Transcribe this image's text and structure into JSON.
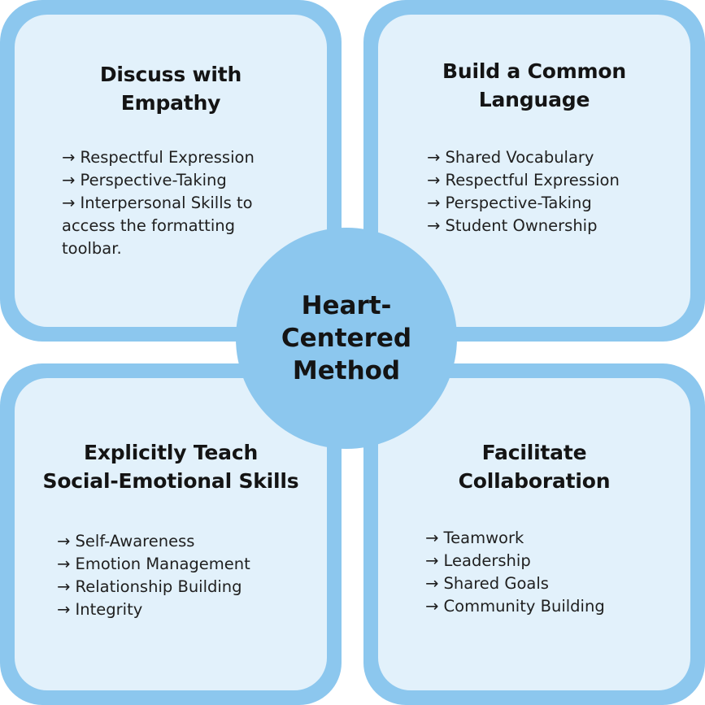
{
  "center": {
    "lines": [
      "Heart-",
      "Centered",
      "Method"
    ]
  },
  "quadrants": {
    "top_left": {
      "title": [
        "Discuss with",
        "Empathy"
      ],
      "items": [
        "→ Respectful Expression",
        "→ Perspective-Taking",
        "→ Interpersonal Skills to access the formatting toolbar."
      ]
    },
    "top_right": {
      "title": [
        "Build a Common",
        "Language"
      ],
      "items": [
        "→ Shared Vocabulary",
        "→ Respectful Expression",
        "→ Perspective-Taking",
        "→ Student Ownership"
      ]
    },
    "bottom_left": {
      "title": [
        "Explicitly Teach",
        "Social-Emotional Skills"
      ],
      "items": [
        "→ Self-Awareness",
        "→ Emotion Management",
        "→ Relationship Building",
        "→ Integrity"
      ]
    },
    "bottom_right": {
      "title": [
        "Facilitate",
        "Collaboration"
      ],
      "items": [
        "→ Teamwork",
        "→ Leadership",
        "→ Shared Goals",
        "→ Community Building"
      ]
    }
  },
  "colors": {
    "frame": "#8cc7ee",
    "panel": "#e2f1fb",
    "text": "#141414"
  }
}
